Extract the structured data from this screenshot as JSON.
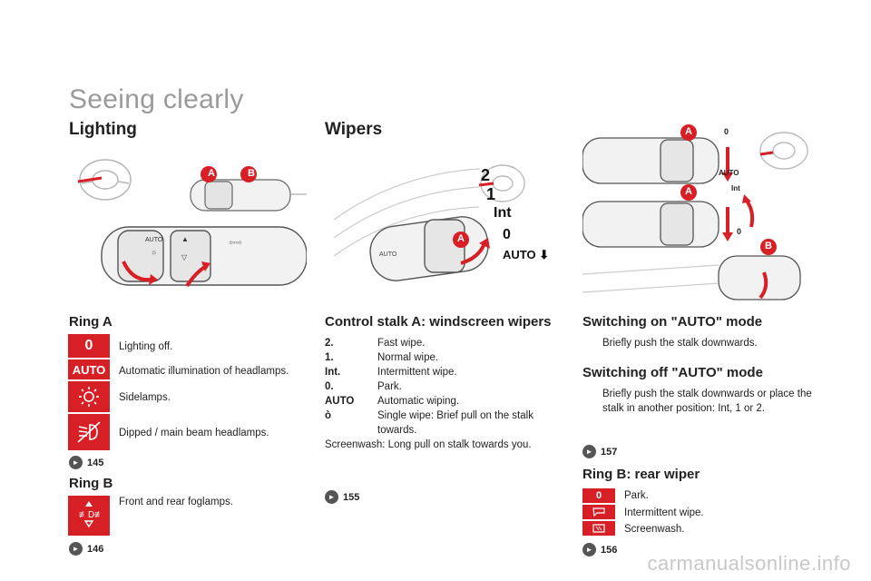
{
  "page_title": "Seeing clearly",
  "lighting": {
    "title": "Lighting",
    "ring_a": {
      "title": "Ring A",
      "items": [
        {
          "icon": "0",
          "icon_name": "off-position-icon",
          "text": "Lighting off."
        },
        {
          "icon": "AUTO",
          "icon_name": "auto-icon",
          "text": "Automatic illumination of headlamps."
        },
        {
          "icon": "",
          "icon_name": "sidelamps-icon",
          "text": "Sidelamps."
        },
        {
          "icon": "",
          "icon_name": "headlamps-icon",
          "text": "Dipped / main beam headlamps."
        }
      ],
      "ref": "145"
    },
    "ring_b": {
      "title": "Ring B",
      "text": "Front and rear foglamps.",
      "ref": "146"
    },
    "callout_a": "A",
    "callout_b": "B"
  },
  "wipers": {
    "title": "Wipers",
    "control_title": "Control stalk A: windscreen wipers",
    "rows": [
      {
        "key": "2.",
        "value": "Fast wipe."
      },
      {
        "key": "1.",
        "value": "Normal wipe."
      },
      {
        "key": "Int.",
        "value": "Intermittent wipe."
      },
      {
        "key": "0.",
        "value": "Park."
      },
      {
        "key": "AUTO",
        "value": "Automatic wiping."
      },
      {
        "key": "ò",
        "value": "Single wipe: Brief pull on the stalk towards."
      }
    ],
    "screenwash": "Screenwash: Long pull on stalk towards you.",
    "ref": "155",
    "illus_labels": {
      "two": "2",
      "one": "1",
      "int": "Int",
      "zero": "0",
      "auto": "AUTO",
      "callout": "A"
    }
  },
  "auto_mode": {
    "on_title": "Switching on \"AUTO\" mode",
    "on_text": "Briefly push the stalk downwards.",
    "off_title": "Switching off \"AUTO\" mode",
    "off_text": "Briefly push the stalk downwards or place the stalk in another position: Int, 1 or 2.",
    "bullet": "",
    "ref": "157",
    "illus_labels": {
      "zero_top": "0",
      "auto": "AUTO",
      "int": "Int",
      "zero_bottom": "0",
      "callout_a": "A",
      "callout_b": "B"
    }
  },
  "rear_wiper": {
    "title": "Ring B: rear wiper",
    "items": [
      {
        "icon": "0",
        "icon_name": "park-icon",
        "text": "Park."
      },
      {
        "icon": "",
        "icon_name": "intermittent-wipe-icon",
        "text": "Intermittent wipe."
      },
      {
        "icon": "",
        "icon_name": "screenwash-icon",
        "text": "Screenwash."
      }
    ],
    "ref": "156"
  },
  "watermark": "carmanualsonline.info",
  "colors": {
    "accent_red": "#d71f26",
    "title_grey": "#9a9a9a",
    "text": "#222222"
  }
}
